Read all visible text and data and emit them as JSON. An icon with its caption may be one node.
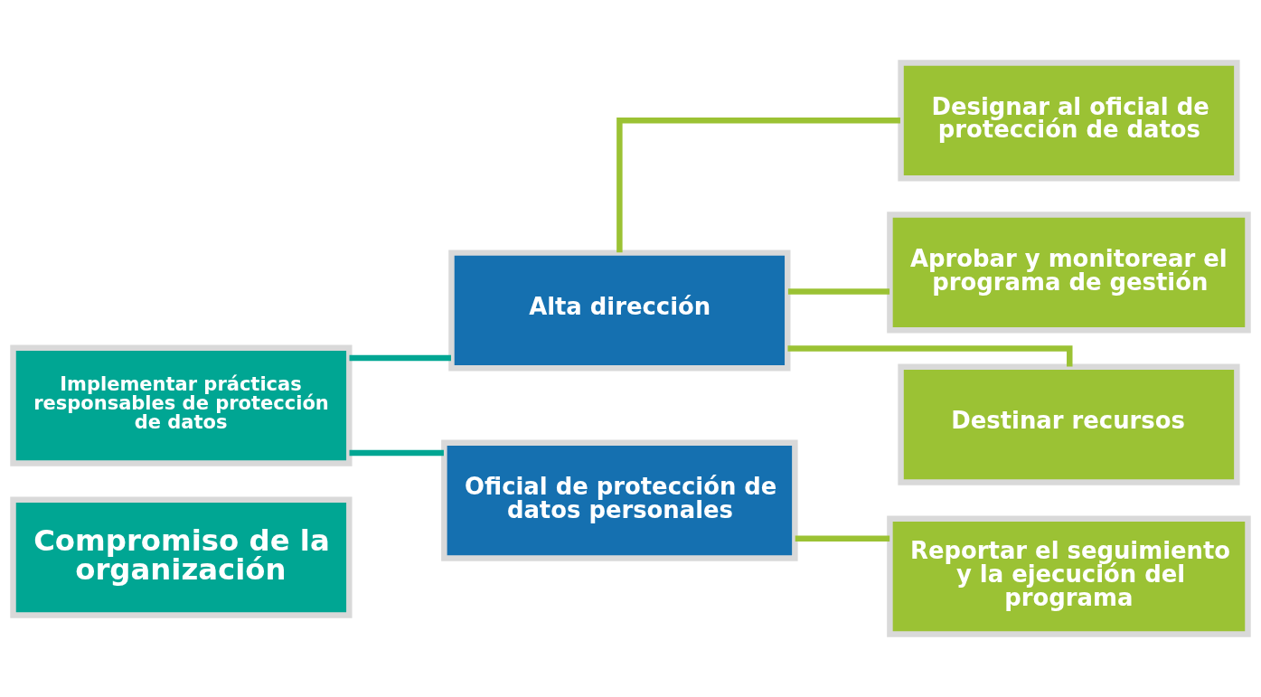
{
  "diagram": {
    "nodes": [
      {
        "text": [
          "Compromiso de la organización"
        ]
      },
      {
        "text": [
          "Implementar prácticas responsables de protección de datos"
        ]
      },
      {
        "text": [
          "Alta dirección"
        ]
      },
      {
        "text": [
          "Oficial de protección de datos personales"
        ]
      },
      {
        "text": [
          "Designar al oficial de protección de datos"
        ]
      },
      {
        "text": [
          "Aprobar y monitorear el programa de gestión"
        ]
      },
      {
        "text": [
          "Destinar recursos"
        ]
      },
      {
        "text": [
          "Reportar el seguimiento y la ejecución del programa"
        ]
      }
    ],
    "edges": [
      {
        "from": 1,
        "to": 2,
        "arrow": "none",
        "color": "#00a693"
      },
      {
        "from": 1,
        "to": 3,
        "arrow": "none",
        "color": "#00a693"
      },
      {
        "from": 2,
        "to": 4,
        "arrow": "none"
      },
      {
        "from": 2,
        "to": 5,
        "arrow": "none"
      },
      {
        "from": 2,
        "to": 6,
        "arrow": "none"
      },
      {
        "from": 3,
        "to": 7,
        "arrow": "none"
      }
    ]
  }
}
